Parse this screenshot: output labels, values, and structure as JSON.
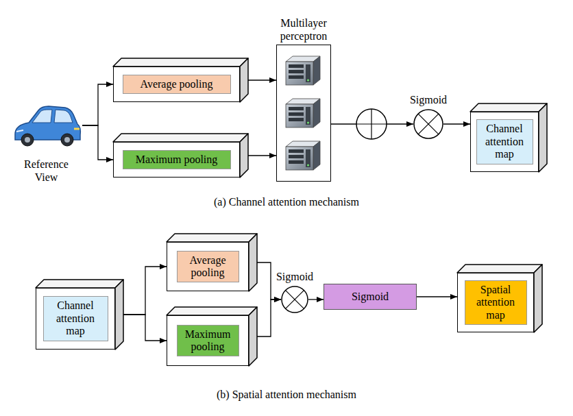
{
  "diagram": {
    "nodes": [
      {
        "text": [
          "Reference View"
        ]
      },
      {
        "text": [
          "Average pooling"
        ]
      },
      {
        "text": [
          "Maximum pooling"
        ]
      },
      {
        "text": [
          "Multilayer perceptron"
        ]
      },
      {
        "text": [
          "Sigmoid"
        ]
      },
      {
        "text": [
          "Channel attention map"
        ]
      },
      {
        "text": [
          "Channel attention map"
        ]
      },
      {
        "text": [
          "Average pooling"
        ]
      },
      {
        "text": [
          "Maximum pooling"
        ]
      },
      {
        "text": [
          "Sigmoid"
        ]
      },
      {
        "text": [
          "Sigmoid"
        ]
      },
      {
        "text": [
          "Spatial attention map"
        ]
      }
    ],
    "edges": [
      {
        "from": 0,
        "to": 1,
        "arrow": "to"
      },
      {
        "from": 0,
        "to": 2,
        "arrow": "to"
      },
      {
        "from": 1,
        "to": 3,
        "arrow": "to"
      },
      {
        "from": 2,
        "to": 3,
        "arrow": "to"
      },
      {
        "from": 3,
        "to": 4,
        "arrow": "to"
      },
      {
        "from": 4,
        "to": 5,
        "arrow": "to"
      },
      {
        "from": 6,
        "to": 7,
        "arrow": "to"
      },
      {
        "from": 6,
        "to": 8,
        "arrow": "to"
      },
      {
        "from": 7,
        "to": 9,
        "arrow": "to"
      },
      {
        "from": 8,
        "to": 9,
        "arrow": "to"
      },
      {
        "from": 9,
        "to": 10,
        "arrow": "to"
      },
      {
        "from": 10,
        "to": 11,
        "arrow": "to"
      }
    ],
    "labels": [
      "(a) Channel attention mechanism",
      "(b) Spatial attention mechanism"
    ]
  }
}
